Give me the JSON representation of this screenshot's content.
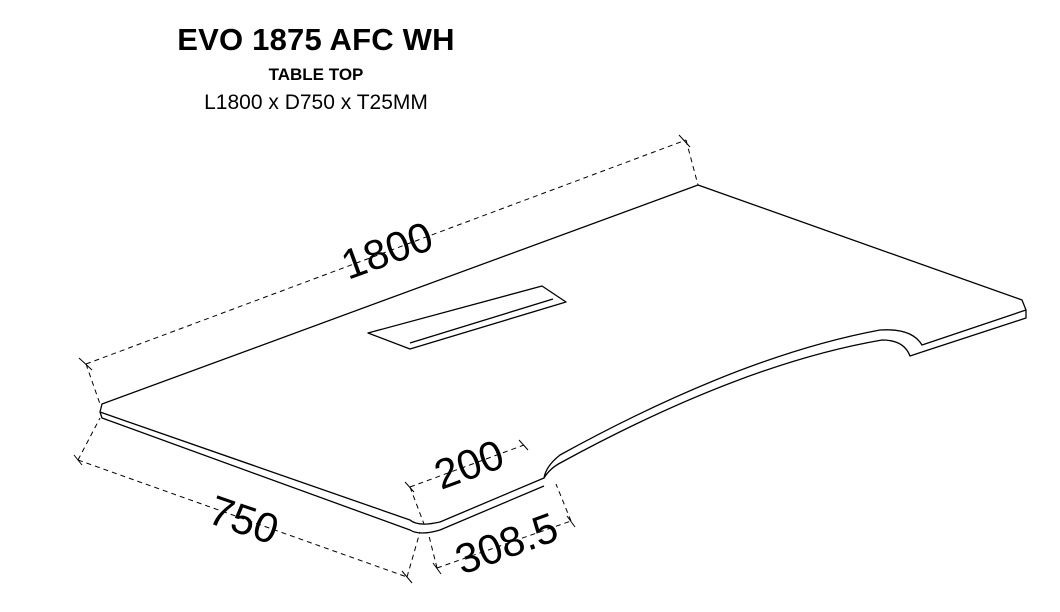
{
  "header": {
    "title": "EVO 1875 AFC WH",
    "subtitle": "TABLE TOP",
    "spec": "L1800 x D750 x T25MM"
  },
  "dimensions": {
    "length": "1800",
    "depth": "750",
    "cutout_depth": "200",
    "cutout_offset": "308.5"
  }
}
